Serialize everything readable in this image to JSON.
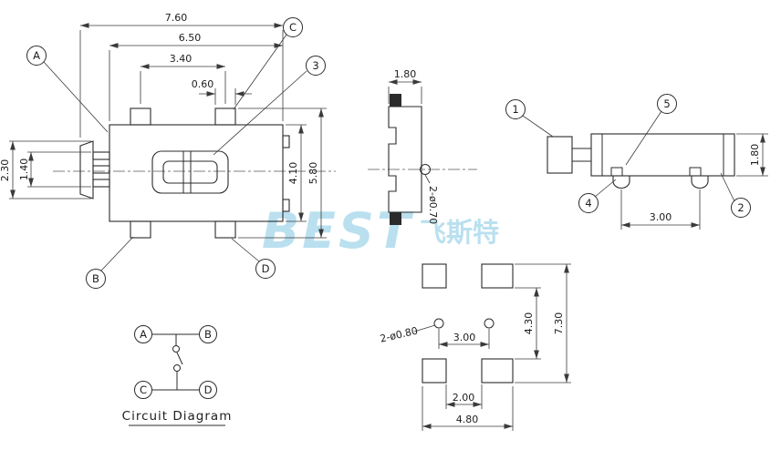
{
  "front_view": {
    "dim_overall_width": "7.60",
    "dim_body_width": "6.50",
    "dim_tab_pitch": "3.40",
    "dim_tab_width": "0.60",
    "dim_lever_height": "2.30",
    "dim_prong_span": "1.40",
    "dim_body_height": "4.10",
    "dim_overall_height": "5.80",
    "callout_a": "A",
    "callout_b": "B",
    "callout_c": "C",
    "callout_d": "D",
    "callout_3": "3"
  },
  "side_view": {
    "dim_thickness": "1.80",
    "dim_pins": "2-ø0.70"
  },
  "rear_view": {
    "callout_1": "1",
    "callout_2": "2",
    "callout_4": "4",
    "callout_5": "5",
    "dim_height": "1.80",
    "dim_pin_pitch": "3.00"
  },
  "circuit_diagram": {
    "terminal_a": "A",
    "terminal_b": "B",
    "terminal_c": "C",
    "terminal_d": "D",
    "caption": "Circuit Diagram"
  },
  "footprint": {
    "dim_holes": "2-ø0.80",
    "dim_hole_pitch": "3.00",
    "dim_pad_span_inner": "4.30",
    "dim_overall_height": "7.30",
    "dim_pad_gap": "2.00",
    "dim_overall_width": "4.80"
  },
  "watermark": {
    "brand_latin": "BEST",
    "brand_cjk": "飞斯特",
    "color": "#a9d9ec"
  }
}
